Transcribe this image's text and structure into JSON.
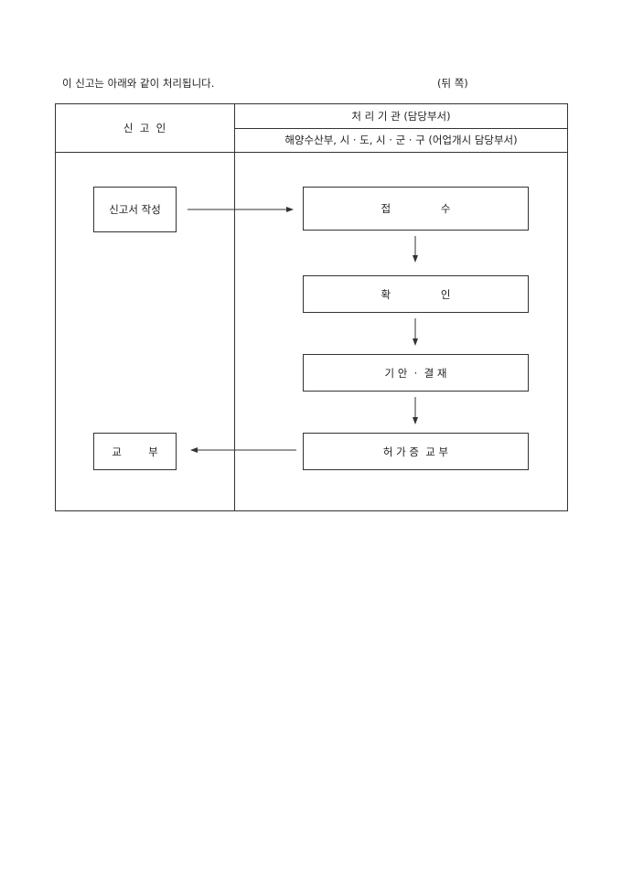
{
  "intro": "이 신고는 아래와 같이 처리됩니다.",
  "side_label": "(뒤 쪽)",
  "table": {
    "applicant_header": "신  고  인",
    "agency_header": "처 리 기 관 (담당부서)",
    "agency_subheader": "해양수산부, 시 · 도, 시 · 군 · 구 (어업개시 담당부서)"
  },
  "flow": {
    "applicant_steps": [
      "신고서 작성",
      "교        부"
    ],
    "agency_steps": [
      "접               수",
      "확               인",
      "기 안  ·  결 재",
      "허 가 증  교 부"
    ]
  }
}
